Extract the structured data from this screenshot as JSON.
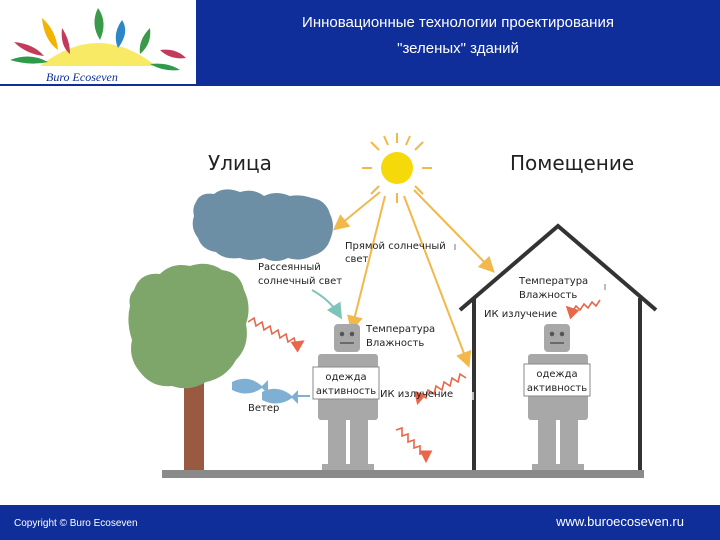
{
  "header": {
    "title_line1": "Инновационные технологии проектирования",
    "title_line2": "\"зеленых\" зданий",
    "logo_text": "Buro Ecoseven"
  },
  "diagram": {
    "outdoor_title": "Улица",
    "indoor_title": "Помещение",
    "direct_sun_1": "Прямой солнечный",
    "direct_sun_2": "свет",
    "diffuse_sun_1": "Рассеянный",
    "diffuse_sun_2": "солнечный свет",
    "outdoor_params_1": "Температура",
    "outdoor_params_2": "Влажность",
    "indoor_params_1": "Температура",
    "indoor_params_2": "Влажность",
    "wind": "Ветер",
    "ir_outdoor": "ИК излучение",
    "ir_indoor": "ИК излучение",
    "clothes_outdoor_1": "одежда",
    "clothes_outdoor_2": "активность",
    "clothes_indoor_1": "одежда",
    "clothes_indoor_2": "активность"
  },
  "footer": {
    "copyright": "Copyright © Buro Ecoseven",
    "website": "www.buroecoseven.ru"
  },
  "colors": {
    "brand": "#0f2e9a",
    "sun": "#f5d90a",
    "sun_ray": "#f2b84b",
    "cloud": "#6d8fa6",
    "tree": "#7fa66a",
    "trunk": "#9a5a42",
    "ground": "#8a8a8a",
    "house": "#333333",
    "person": "#a8a8a8",
    "ir_wave": "#e8664a",
    "wind_fish": "#7fb0d4"
  }
}
